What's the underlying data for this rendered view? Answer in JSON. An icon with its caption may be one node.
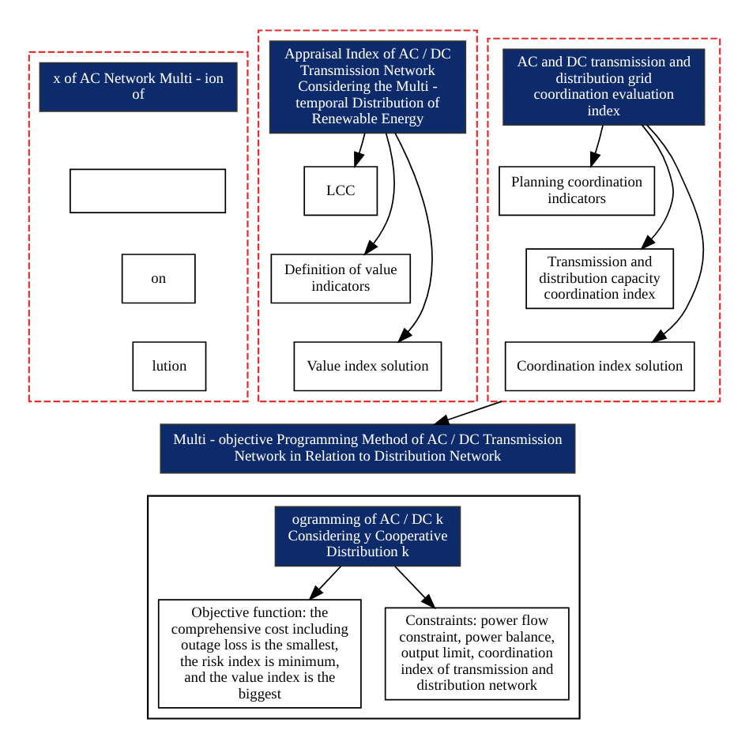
{
  "diagram": {
    "nodes": [
      {
        "text": [],
        "shape": "box"
      },
      {
        "text": [
          "x of AC Network Multi - ion of"
        ],
        "in": 0
      },
      {
        "text": [],
        "shape": "box",
        "in": 0
      },
      {
        "text": [
          "on"
        ],
        "in": 0
      },
      {
        "text": [
          "lution"
        ],
        "in": 0
      },
      {
        "text": [],
        "shape": "box"
      },
      {
        "text": [
          "Appraisal Index of AC / DC Transmission Network Considering the Multi - temporal Distribution of Renewable Energy"
        ],
        "in": 5
      },
      {
        "text": [
          "LCC"
        ],
        "in": 5
      },
      {
        "text": [
          "Definition of value indicators"
        ],
        "in": 5
      },
      {
        "text": [
          "Value index solution"
        ],
        "in": 5
      },
      {
        "text": [],
        "shape": "box"
      },
      {
        "text": [
          "AC and DC transmission and distribution grid coordination evaluation index"
        ],
        "in": 10
      },
      {
        "text": [
          "Planning coordination indicators"
        ],
        "in": 10
      },
      {
        "text": [
          "Transmission and distribution capacity coordination index"
        ],
        "in": 10
      },
      {
        "text": [
          "Coordination index solution"
        ],
        "in": 10
      },
      {
        "text": [
          "Multi - objective Programming Method of AC / DC Transmission Network in Relation to Distribution Network"
        ]
      },
      {
        "text": [],
        "shape": "box"
      },
      {
        "text": [
          "ogramming of AC / DC k Considering y Cooperative Distribution k"
        ],
        "in": 16
      },
      {
        "text": [
          "Objective function: the comprehensive cost including outage loss is the smallest, the risk index is minimum, and the value index is the biggest"
        ],
        "in": 16
      },
      {
        "text": [
          "Constraints: power flow constraint, power balance, output limit, coordination index of transmission and distribution network"
        ],
        "in": 16
      }
    ],
    "edges": [
      {
        "from": 6,
        "to": 7,
        "arrow": "to"
      },
      {
        "from": 6,
        "to": 8,
        "arrow": "to"
      },
      {
        "from": 6,
        "to": 9,
        "arrow": "to"
      },
      {
        "from": 11,
        "to": 12,
        "arrow": "to"
      },
      {
        "from": 11,
        "to": 13,
        "arrow": "to"
      },
      {
        "from": 11,
        "to": 14,
        "arrow": "to"
      },
      {
        "from": 10,
        "to": 15,
        "arrow": "to"
      },
      {
        "from": 17,
        "to": 18,
        "arrow": "to"
      },
      {
        "from": 17,
        "to": 19,
        "arrow": "to"
      }
    ]
  }
}
